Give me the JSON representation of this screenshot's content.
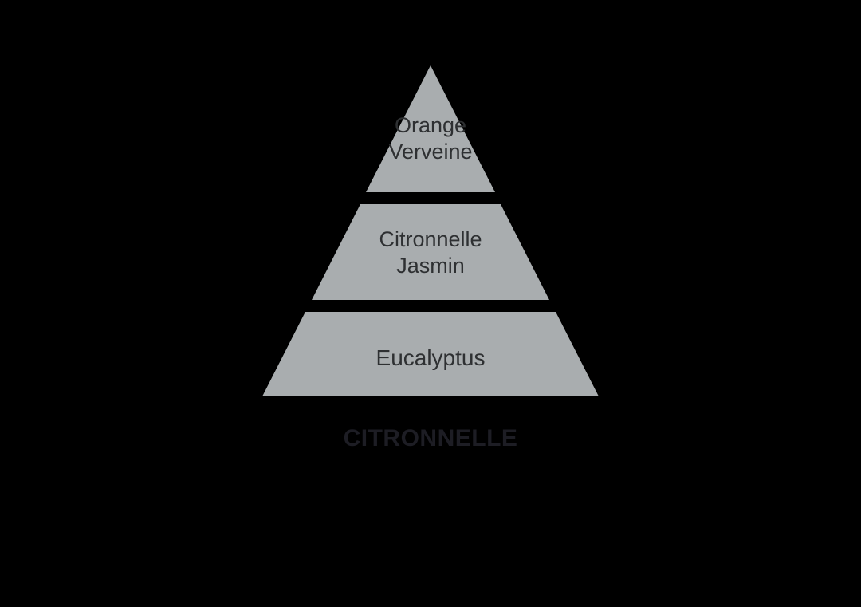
{
  "colors": {
    "background": "#000000",
    "tier_fill": "#a9adaf",
    "tier_text": "#2e3032",
    "title_text": "#1d1d24"
  },
  "pyramid": {
    "tiers": [
      {
        "name": "top-notes",
        "lines": {
          "0": "Orange",
          "1": "Verveine"
        }
      },
      {
        "name": "heart-notes",
        "lines": {
          "0": "Citronnelle",
          "1": "Jasmin"
        }
      },
      {
        "name": "base-notes",
        "lines": {
          "0": "Eucalyptus"
        }
      }
    ]
  },
  "title": "CITRONNELLE"
}
